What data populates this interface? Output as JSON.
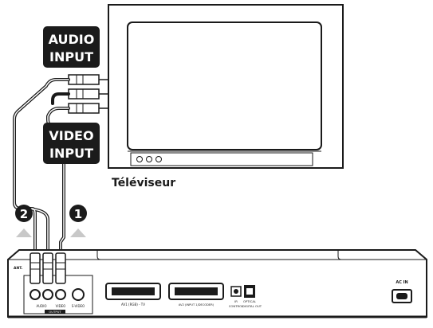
{
  "labels": {
    "audio_input": [
      "AUDIO",
      "INPUT"
    ],
    "video_input": [
      "VIDEO",
      "INPUT"
    ],
    "tv": "Téléviseur",
    "step_1": "1",
    "step_2": "2"
  },
  "rear_panel": {
    "antenna": "ANT.",
    "audio": "AUDIO",
    "video": "VIDEO",
    "s_video": "S-VIDEO",
    "output": "OUTPUT",
    "av1": "AV1 (RGB) - TV",
    "av2": "AV2 (INPUT 1/DECODER)",
    "ir": "IR",
    "control": "CONTROL",
    "optical": "OPTICAL",
    "digital_out": "DIGITAL OUT",
    "ac_in": "AC IN"
  },
  "colors": {
    "ink": "#1a1a1a",
    "label_bg": "#1b1b1b",
    "label_text": "#ffffff",
    "arrow_gray": "#c8c8c8",
    "panel_fill": "#ffffff"
  }
}
